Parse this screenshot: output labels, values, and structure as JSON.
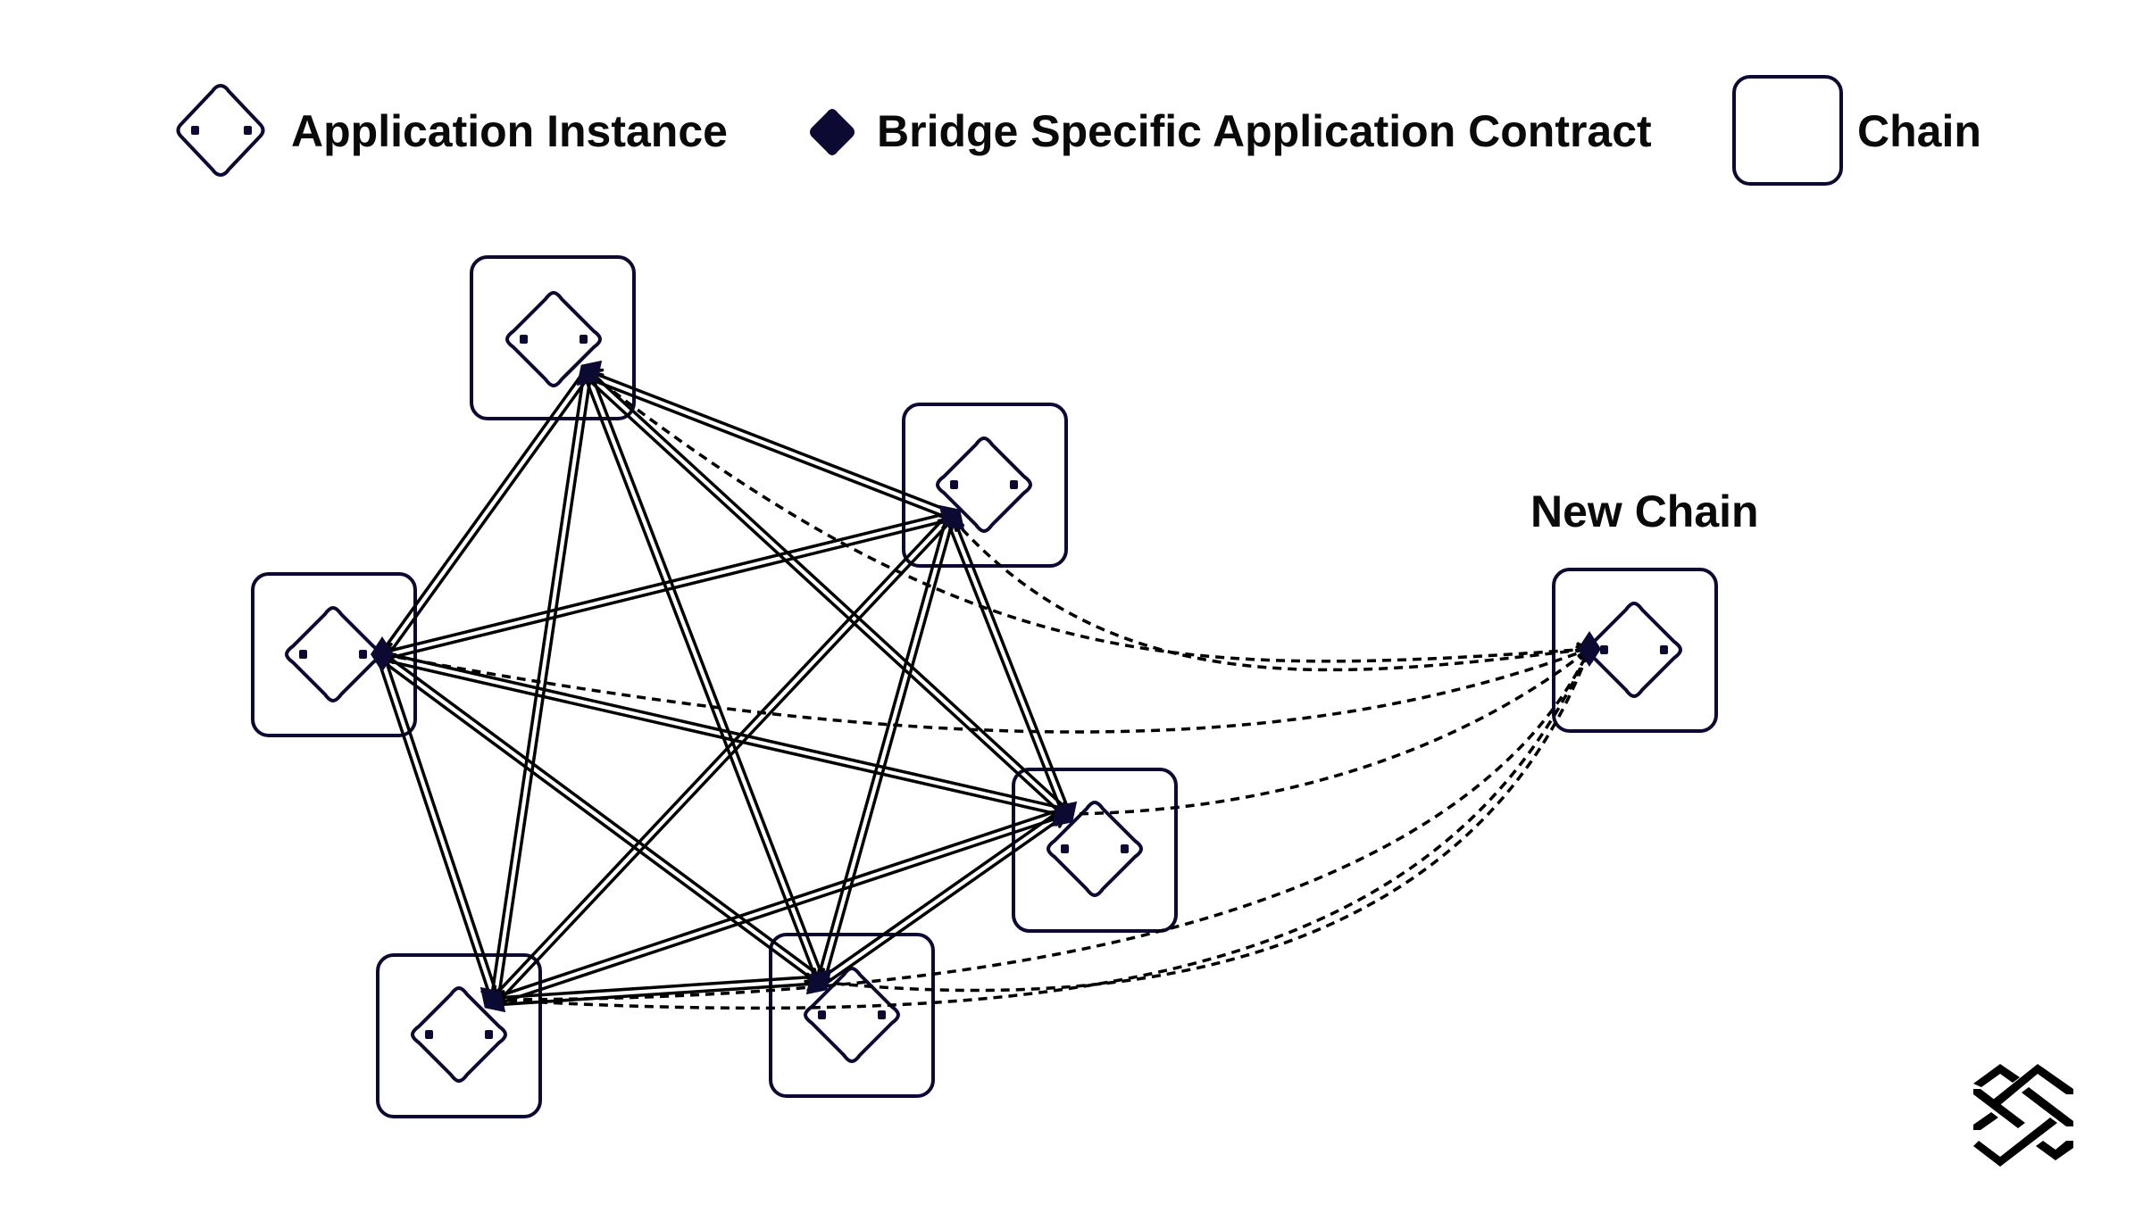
{
  "legend": {
    "items": [
      {
        "icon": "application-instance-icon",
        "label": "Application Instance"
      },
      {
        "icon": "bridge-contract-icon",
        "label": "Bridge Specific Application Contract"
      },
      {
        "icon": "chain-icon",
        "label": "Chain"
      }
    ]
  },
  "diagram": {
    "new_chain_label": "New Chain",
    "chains": [
      {
        "id": "chain-top"
      },
      {
        "id": "chain-upper-right"
      },
      {
        "id": "chain-left"
      },
      {
        "id": "chain-right"
      },
      {
        "id": "chain-bottom-left"
      },
      {
        "id": "chain-bottom-middle"
      }
    ],
    "new_chain": {
      "id": "new-chain"
    },
    "connections": "full-mesh bidirectional solid links between existing chains; dashed links from every existing chain to new chain"
  },
  "colors": {
    "primary": "#0c0a33",
    "line": "#000000",
    "background": "#ffffff"
  },
  "logo": {
    "icon": "interlaced-logo-icon"
  }
}
